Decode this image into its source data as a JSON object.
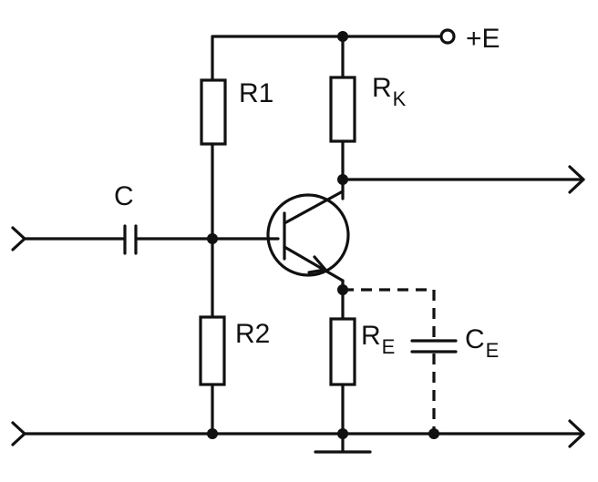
{
  "diagram": {
    "components": {
      "r1": {
        "name": "R",
        "num": "1"
      },
      "r2": {
        "name": "R",
        "num": "2"
      },
      "rk": {
        "name": "R",
        "sub": "K"
      },
      "re": {
        "name": "R",
        "sub": "E"
      },
      "c": {
        "name": "C"
      },
      "ce": {
        "name": "C",
        "sub": "E"
      }
    },
    "supply": {
      "label": "+E"
    }
  }
}
